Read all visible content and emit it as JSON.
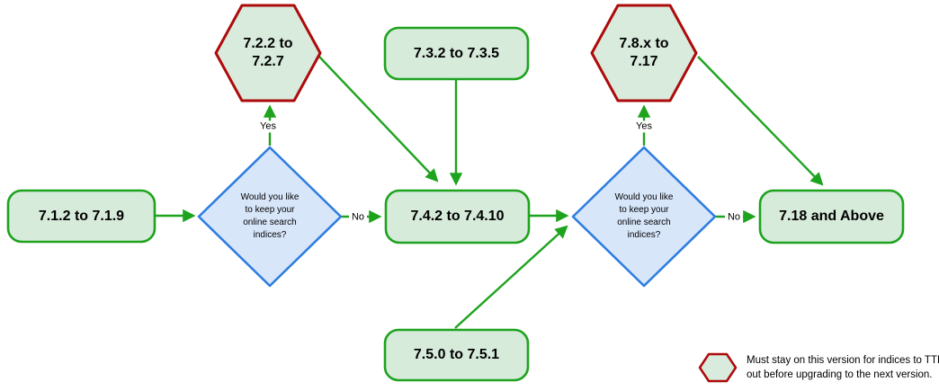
{
  "diagram": {
    "nodes": [
      {
        "id": "box-712",
        "type": "rounded-box",
        "label": "7.1.2 to 7.1.9"
      },
      {
        "id": "hex-722",
        "type": "hexagon",
        "label": "7.2.2 to\n7.2.7"
      },
      {
        "id": "box-732",
        "type": "rounded-box",
        "label": "7.3.2 to 7.3.5"
      },
      {
        "id": "box-742",
        "type": "rounded-box",
        "label": "7.4.2 to 7.4.10"
      },
      {
        "id": "box-750",
        "type": "rounded-box",
        "label": "7.5.0 to 7.5.1"
      },
      {
        "id": "decision-1",
        "type": "diamond",
        "label": "Would you like\nto keep your\nonline search\nindices?"
      },
      {
        "id": "decision-2",
        "type": "diamond",
        "label": "Would you like\nto keep your\nonline search\nindices?"
      },
      {
        "id": "hex-78x",
        "type": "hexagon",
        "label": "7.8.x to\n7.17"
      },
      {
        "id": "box-718",
        "type": "rounded-box",
        "label": "7.18 and Above"
      }
    ],
    "edges": [
      {
        "from": "box-712",
        "to": "decision-1",
        "label": ""
      },
      {
        "from": "decision-1",
        "to": "hex-722",
        "label": "Yes"
      },
      {
        "from": "decision-1",
        "to": "box-742",
        "label": "No"
      },
      {
        "from": "hex-722",
        "to": "box-742",
        "label": ""
      },
      {
        "from": "box-732",
        "to": "box-742",
        "label": ""
      },
      {
        "from": "box-742",
        "to": "decision-2",
        "label": ""
      },
      {
        "from": "box-750",
        "to": "decision-2",
        "label": ""
      },
      {
        "from": "decision-2",
        "to": "hex-78x",
        "label": "Yes"
      },
      {
        "from": "decision-2",
        "to": "box-718",
        "label": "No"
      },
      {
        "from": "hex-78x",
        "to": "box-718",
        "label": ""
      }
    ],
    "legend": {
      "shape": "hexagon",
      "text": "Must stay on this version for indices to TTL\nout before upgrading to the next version."
    },
    "colors": {
      "box_fill": "#d7ebdb",
      "box_stroke": "#1ea31e",
      "hexagon_fill": "#d8ebdc",
      "hexagon_stroke": "#ad0b0b",
      "diamond_fill": "#d8e6fa",
      "diamond_stroke": "#2e7de1",
      "arrow": "#1ea31e",
      "text": "#000000",
      "background": "#ffffff"
    }
  }
}
